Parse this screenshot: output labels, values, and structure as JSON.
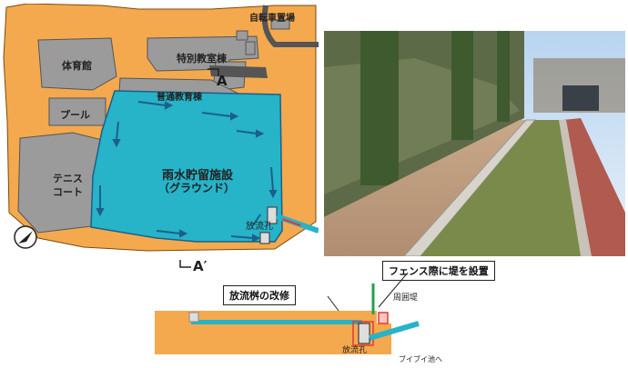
{
  "map": {
    "bicycle_parking": "自転車置場",
    "gym": "体育館",
    "special_building": "特別教室棟",
    "section_mark_top": "A",
    "general_building": "普通教育棟",
    "pool": "プール",
    "tennis": "テニス",
    "tennis2": "コート",
    "facility_title": "雨水貯留施設",
    "facility_subtitle": "（グラウンド）",
    "outlet": "放流孔",
    "section_mark_bottom": "A′"
  },
  "photo": {
    "description_hidden": ""
  },
  "callouts": {
    "fence_bank": "フェンス際に堤を設置",
    "outlet_box": "放流桝の改修"
  },
  "section": {
    "perimeter_bank": "周囲堤",
    "outlet": "放流孔",
    "pond": "ブイブイ池へ"
  },
  "colors": {
    "orange": "#F4A94E",
    "gray": "#9B9B9B",
    "cyan": "#27B3C8",
    "teal_arrow": "#1C5F8A",
    "red": "#E53935",
    "green": "#23A04A"
  }
}
